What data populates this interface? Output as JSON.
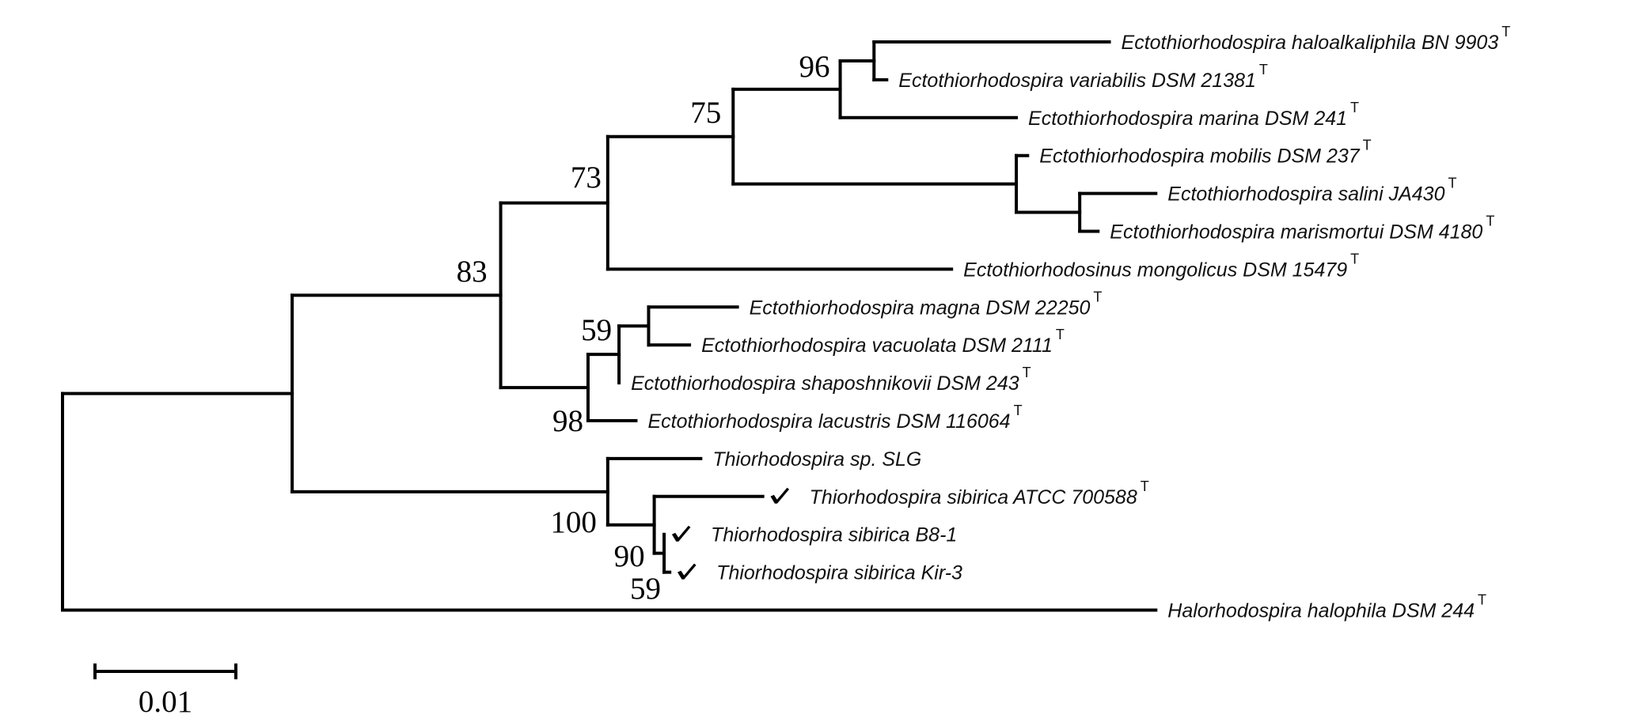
{
  "figure": {
    "type": "phylogenetic_tree",
    "line_color": "#000000",
    "text_color": "#111111",
    "type_strain_mark": "T",
    "highlight_mark": "checkmark"
  },
  "chart_data": {
    "type": "tree",
    "layout": "rectangular",
    "scale_bar": {
      "value": 0.01,
      "label": "0.01"
    },
    "tips_in_order": [
      "haloalkaliphila",
      "variabilis",
      "marina",
      "mobilis",
      "salini",
      "marismortui",
      "mongolicus",
      "magna",
      "vacuolata",
      "shaposhnikovii",
      "lacustris",
      "slg",
      "sibirica_atcc",
      "sibirica_b81",
      "sibirica_kir3",
      "halorhodospira"
    ],
    "taxa": {
      "haloalkaliphila": {
        "name": "Ectothiorhodospira haloalkaliphila BN 9903",
        "type_strain": true,
        "checked": false
      },
      "variabilis": {
        "name": "Ectothiorhodospira variabilis DSM 21381",
        "type_strain": true,
        "checked": false
      },
      "marina": {
        "name": "Ectothiorhodospira marina DSM 241",
        "type_strain": true,
        "checked": false
      },
      "mobilis": {
        "name": "Ectothiorhodospira mobilis DSM 237",
        "type_strain": true,
        "checked": false
      },
      "salini": {
        "name": "Ectothiorhodospira salini JA430",
        "type_strain": true,
        "checked": false
      },
      "marismortui": {
        "name": "Ectothiorhodospira marismortui DSM 4180",
        "type_strain": true,
        "checked": false
      },
      "mongolicus": {
        "name": "Ectothiorhodosinus mongolicus DSM 15479",
        "type_strain": true,
        "checked": false
      },
      "magna": {
        "name": "Ectothiorhodospira magna DSM 22250",
        "type_strain": true,
        "checked": false
      },
      "vacuolata": {
        "name": "Ectothiorhodospira vacuolata DSM 2111",
        "type_strain": true,
        "checked": false
      },
      "shaposhnikovii": {
        "name": "Ectothiorhodospira shaposhnikovii DSM 243",
        "type_strain": true,
        "checked": false
      },
      "lacustris": {
        "name": "Ectothiorhodospira lacustris DSM 116064",
        "type_strain": true,
        "checked": false
      },
      "slg": {
        "name": "Thiorhodospira sp. SLG",
        "type_strain": false,
        "checked": false
      },
      "sibirica_atcc": {
        "name": "Thiorhodospira sibirica ATCC 700588",
        "type_strain": true,
        "checked": true
      },
      "sibirica_b81": {
        "name": "Thiorhodospira sibirica B8-1",
        "type_strain": false,
        "checked": true
      },
      "sibirica_kir3": {
        "name": "Thiorhodospira sibirica Kir-3",
        "type_strain": false,
        "checked": true
      },
      "halorhodospira": {
        "name": "Halorhodospira halophila DSM 244",
        "type_strain": true,
        "checked": false
      }
    },
    "tree": {
      "id": "root",
      "length": 0,
      "children": [
        {
          "id": "n_a",
          "length": 0.0163,
          "children": [
            {
              "id": "n83",
              "length": 0.0148,
              "bootstrap": "83",
              "children": [
                {
                  "id": "n73",
                  "length": 0.0076,
                  "bootstrap": "73",
                  "children": [
                    {
                      "id": "n75",
                      "length": 0.0089,
                      "bootstrap": "75",
                      "children": [
                        {
                          "id": "n96",
                          "length": 0.0076,
                          "bootstrap": "96",
                          "children": [
                            {
                              "id": "n_hv",
                              "length": 0.0024,
                              "children": [
                                {
                                  "tip": "haloalkaliphila",
                                  "length": 0.0167
                                },
                                {
                                  "tip": "variabilis",
                                  "length": 0.0009
                                }
                              ]
                            },
                            {
                              "tip": "marina",
                              "length": 0.0125
                            }
                          ]
                        },
                        {
                          "id": "n_mob",
                          "length": 0.0201,
                          "children": [
                            {
                              "tip": "mobilis",
                              "length": 0.0008
                            },
                            {
                              "id": "n_sal",
                              "length": 0.0045,
                              "children": [
                                {
                                  "tip": "salini",
                                  "length": 0.0054
                                },
                                {
                                  "tip": "marismortui",
                                  "length": 0.0013
                                }
                              ]
                            }
                          ]
                        }
                      ]
                    },
                    {
                      "tip": "mongolicus",
                      "length": 0.0244
                    }
                  ]
                },
                {
                  "id": "n98",
                  "length": 0.0062,
                  "bootstrap": "98",
                  "children": [
                    {
                      "id": "n59a",
                      "length": 0.0022,
                      "bootstrap": "59",
                      "children": [
                        {
                          "id": "n_mv",
                          "length": 0.0021,
                          "children": [
                            {
                              "tip": "magna",
                              "length": 0.0063
                            },
                            {
                              "tip": "vacuolata",
                              "length": 0.0029
                            }
                          ]
                        },
                        {
                          "tip": "shaposhnikovii",
                          "length": 0.0
                        }
                      ]
                    },
                    {
                      "tip": "lacustris",
                      "length": 0.0034
                    }
                  ]
                }
              ]
            },
            {
              "id": "n100",
              "length": 0.0224,
              "bootstrap": "100",
              "children": [
                {
                  "tip": "slg",
                  "length": 0.0066
                },
                {
                  "id": "n90",
                  "length": 0.0033,
                  "bootstrap": "90",
                  "children": [
                    {
                      "tip": "sibirica_atcc",
                      "length": 0.0077
                    },
                    {
                      "id": "n59b",
                      "length": 0.0007,
                      "bootstrap": "59",
                      "children": [
                        {
                          "tip": "sibirica_b81",
                          "length": 0.0
                        },
                        {
                          "tip": "sibirica_kir3",
                          "length": 0.0004
                        }
                      ]
                    }
                  ]
                }
              ]
            }
          ]
        },
        {
          "tip": "halorhodospira",
          "length": 0.0776
        }
      ]
    }
  }
}
